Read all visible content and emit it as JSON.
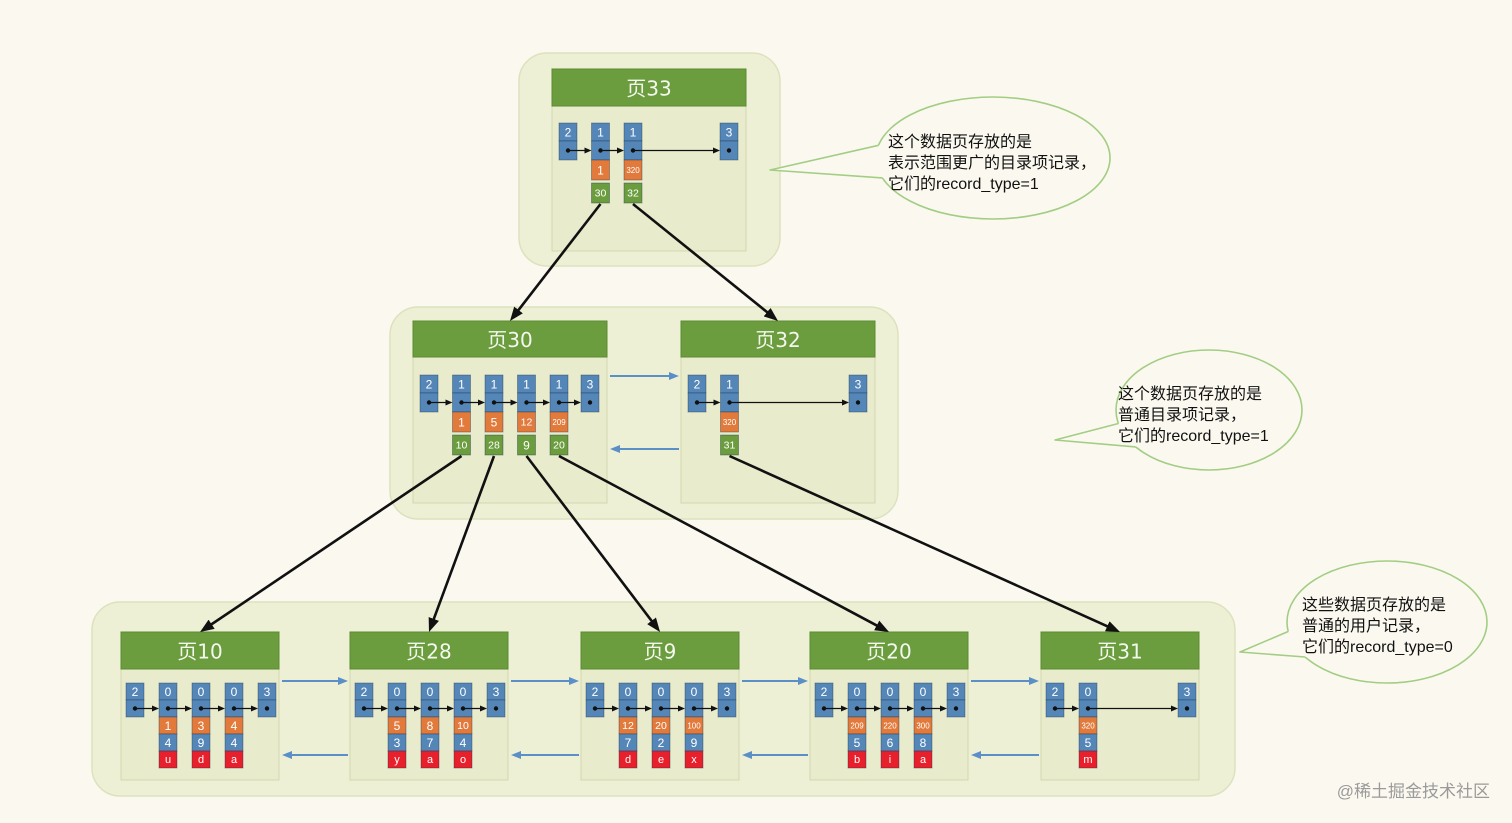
{
  "levels": [
    {
      "pages": [
        {
          "title": "页33",
          "records": [
            {
              "type": "2"
            },
            {
              "type": "1",
              "key": "1",
              "child": "30"
            },
            {
              "type": "1",
              "key": "320",
              "child": "32"
            },
            {
              "type": "3"
            }
          ]
        }
      ]
    },
    {
      "pages": [
        {
          "title": "页30",
          "records": [
            {
              "type": "2"
            },
            {
              "type": "1",
              "key": "1",
              "child": "10"
            },
            {
              "type": "1",
              "key": "5",
              "child": "28"
            },
            {
              "type": "1",
              "key": "12",
              "child": "9"
            },
            {
              "type": "1",
              "key": "209",
              "child": "20"
            },
            {
              "type": "3"
            }
          ]
        },
        {
          "title": "页32",
          "records": [
            {
              "type": "2"
            },
            {
              "type": "1",
              "key": "320",
              "child": "31"
            },
            {
              "type": "3"
            }
          ]
        }
      ]
    },
    {
      "pages": [
        {
          "title": "页10",
          "records": [
            {
              "type": "2"
            },
            {
              "type": "0",
              "key": "1",
              "col": "4",
              "val": "u"
            },
            {
              "type": "0",
              "key": "3",
              "col": "9",
              "val": "d"
            },
            {
              "type": "0",
              "key": "4",
              "col": "4",
              "val": "a"
            },
            {
              "type": "3"
            }
          ]
        },
        {
          "title": "页28",
          "records": [
            {
              "type": "2"
            },
            {
              "type": "0",
              "key": "5",
              "col": "3",
              "val": "y"
            },
            {
              "type": "0",
              "key": "8",
              "col": "7",
              "val": "a"
            },
            {
              "type": "0",
              "key": "10",
              "col": "4",
              "val": "o"
            },
            {
              "type": "3"
            }
          ]
        },
        {
          "title": "页9",
          "records": [
            {
              "type": "2"
            },
            {
              "type": "0",
              "key": "12",
              "col": "7",
              "val": "d"
            },
            {
              "type": "0",
              "key": "20",
              "col": "2",
              "val": "e"
            },
            {
              "type": "0",
              "key": "100",
              "col": "9",
              "val": "x"
            },
            {
              "type": "3"
            }
          ]
        },
        {
          "title": "页20",
          "records": [
            {
              "type": "2"
            },
            {
              "type": "0",
              "key": "209",
              "col": "5",
              "val": "b"
            },
            {
              "type": "0",
              "key": "220",
              "col": "6",
              "val": "i"
            },
            {
              "type": "0",
              "key": "300",
              "col": "8",
              "val": "a"
            },
            {
              "type": "3"
            }
          ]
        },
        {
          "title": "页31",
          "records": [
            {
              "type": "2"
            },
            {
              "type": "0",
              "key": "320",
              "col": "5",
              "val": "m"
            },
            {
              "type": "3"
            }
          ]
        }
      ]
    }
  ],
  "callouts": [
    {
      "lines": [
        "这个数据页存放的是",
        "表示范围更广的目录项记录，",
        "它们的record_type=1"
      ]
    },
    {
      "lines": [
        "这个数据页存放的是",
        "普通目录项记录，",
        "它们的record_type=1"
      ]
    },
    {
      "lines": [
        "这些数据页存放的是",
        "普通的用户记录，",
        "它们的record_type=0"
      ]
    }
  ],
  "watermark": "@稀土掘金技术社区",
  "colors": {
    "page_header": "#6b9d3e",
    "record": "#5586b8",
    "key_cell": "#e27a3c",
    "child_cell": "#6b9d3e",
    "value_cell": "#e8202c",
    "sibling_arrow": "#5b8fc7",
    "callout_border": "#a3cd84"
  }
}
